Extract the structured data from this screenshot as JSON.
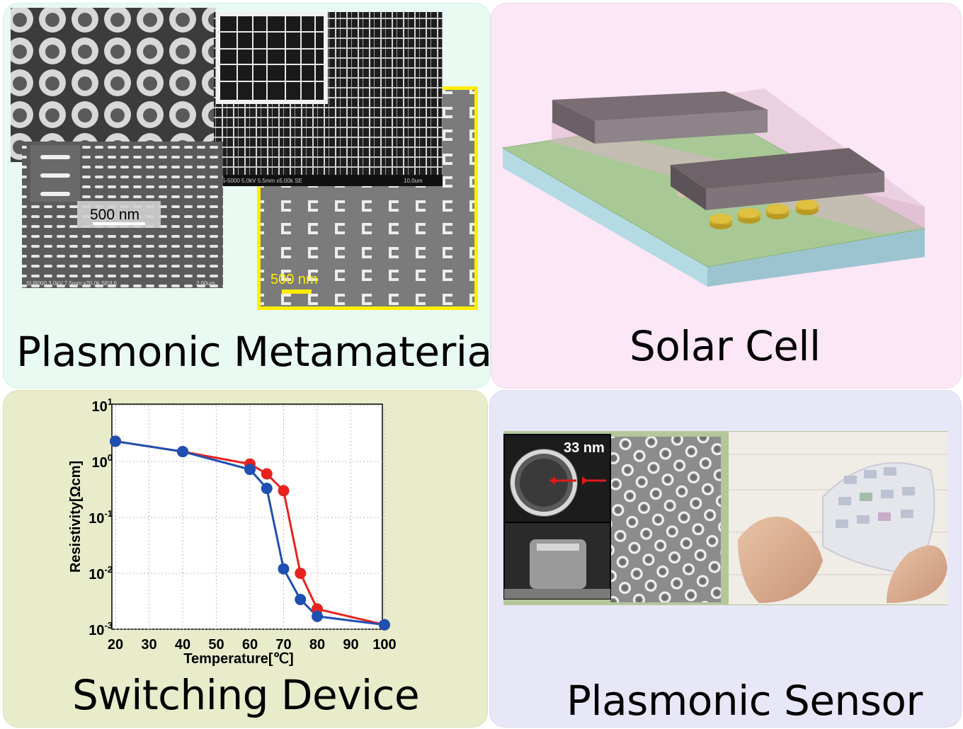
{
  "panels": {
    "metamaterial": {
      "caption": "Plasmonic Metamaterial",
      "scale_bar_1": "500 nm",
      "scale_bar_2": "500 nm",
      "sem_info_1": "SU8000 3.0kV 7.5mm x20.0k SE(U)",
      "sem_info_1_scale": "2.00um",
      "sem_info_2": "S-5000 5.0kV 5.5mm x5.00k SE",
      "sem_info_2_scale": "10.0um"
    },
    "solar": {
      "caption": "Solar Cell"
    },
    "switching": {
      "caption": "Switching Device"
    },
    "sensor": {
      "caption": "Plasmonic Sensor",
      "gap_label": "33 nm"
    }
  },
  "colors": {
    "meta_bg": "#e8faf1",
    "solar_bg": "#fbe7f6",
    "switch_bg": "#e9eccb",
    "sensor_bg": "#e7e7f7",
    "heating_series": "#e8231f",
    "cooling_series": "#1f4fb0",
    "highlight_frame": "#ffee00"
  },
  "chart_data": {
    "type": "line",
    "xlabel": "Temperature[℃]",
    "ylabel": "Resistivity[Ωcm]",
    "xlim": [
      20,
      100
    ],
    "ylim": [
      0.001,
      10
    ],
    "yscale": "log",
    "grid": true,
    "x_ticks": [
      "20",
      "30",
      "40",
      "50",
      "60",
      "70",
      "80",
      "90",
      "100"
    ],
    "y_ticks": [
      {
        "base": "10",
        "exp": "1",
        "value": 10
      },
      {
        "base": "10",
        "exp": "0",
        "value": 1
      },
      {
        "base": "10",
        "exp": "-1",
        "value": 0.1
      },
      {
        "base": "10",
        "exp": "-2",
        "value": 0.01
      },
      {
        "base": "10",
        "exp": "-3",
        "value": 0.001
      }
    ],
    "series": [
      {
        "color": "#e8231f",
        "x": [
          20,
          40,
          60,
          65,
          70,
          75,
          80,
          100
        ],
        "y": [
          2.3,
          1.5,
          0.9,
          0.6,
          0.3,
          0.01,
          0.0023,
          0.0012
        ]
      },
      {
        "color": "#1f4fb0",
        "x": [
          20,
          40,
          60,
          65,
          70,
          75,
          80,
          100
        ],
        "y": [
          2.3,
          1.5,
          0.72,
          0.33,
          0.012,
          0.0034,
          0.0017,
          0.0012
        ]
      }
    ]
  }
}
